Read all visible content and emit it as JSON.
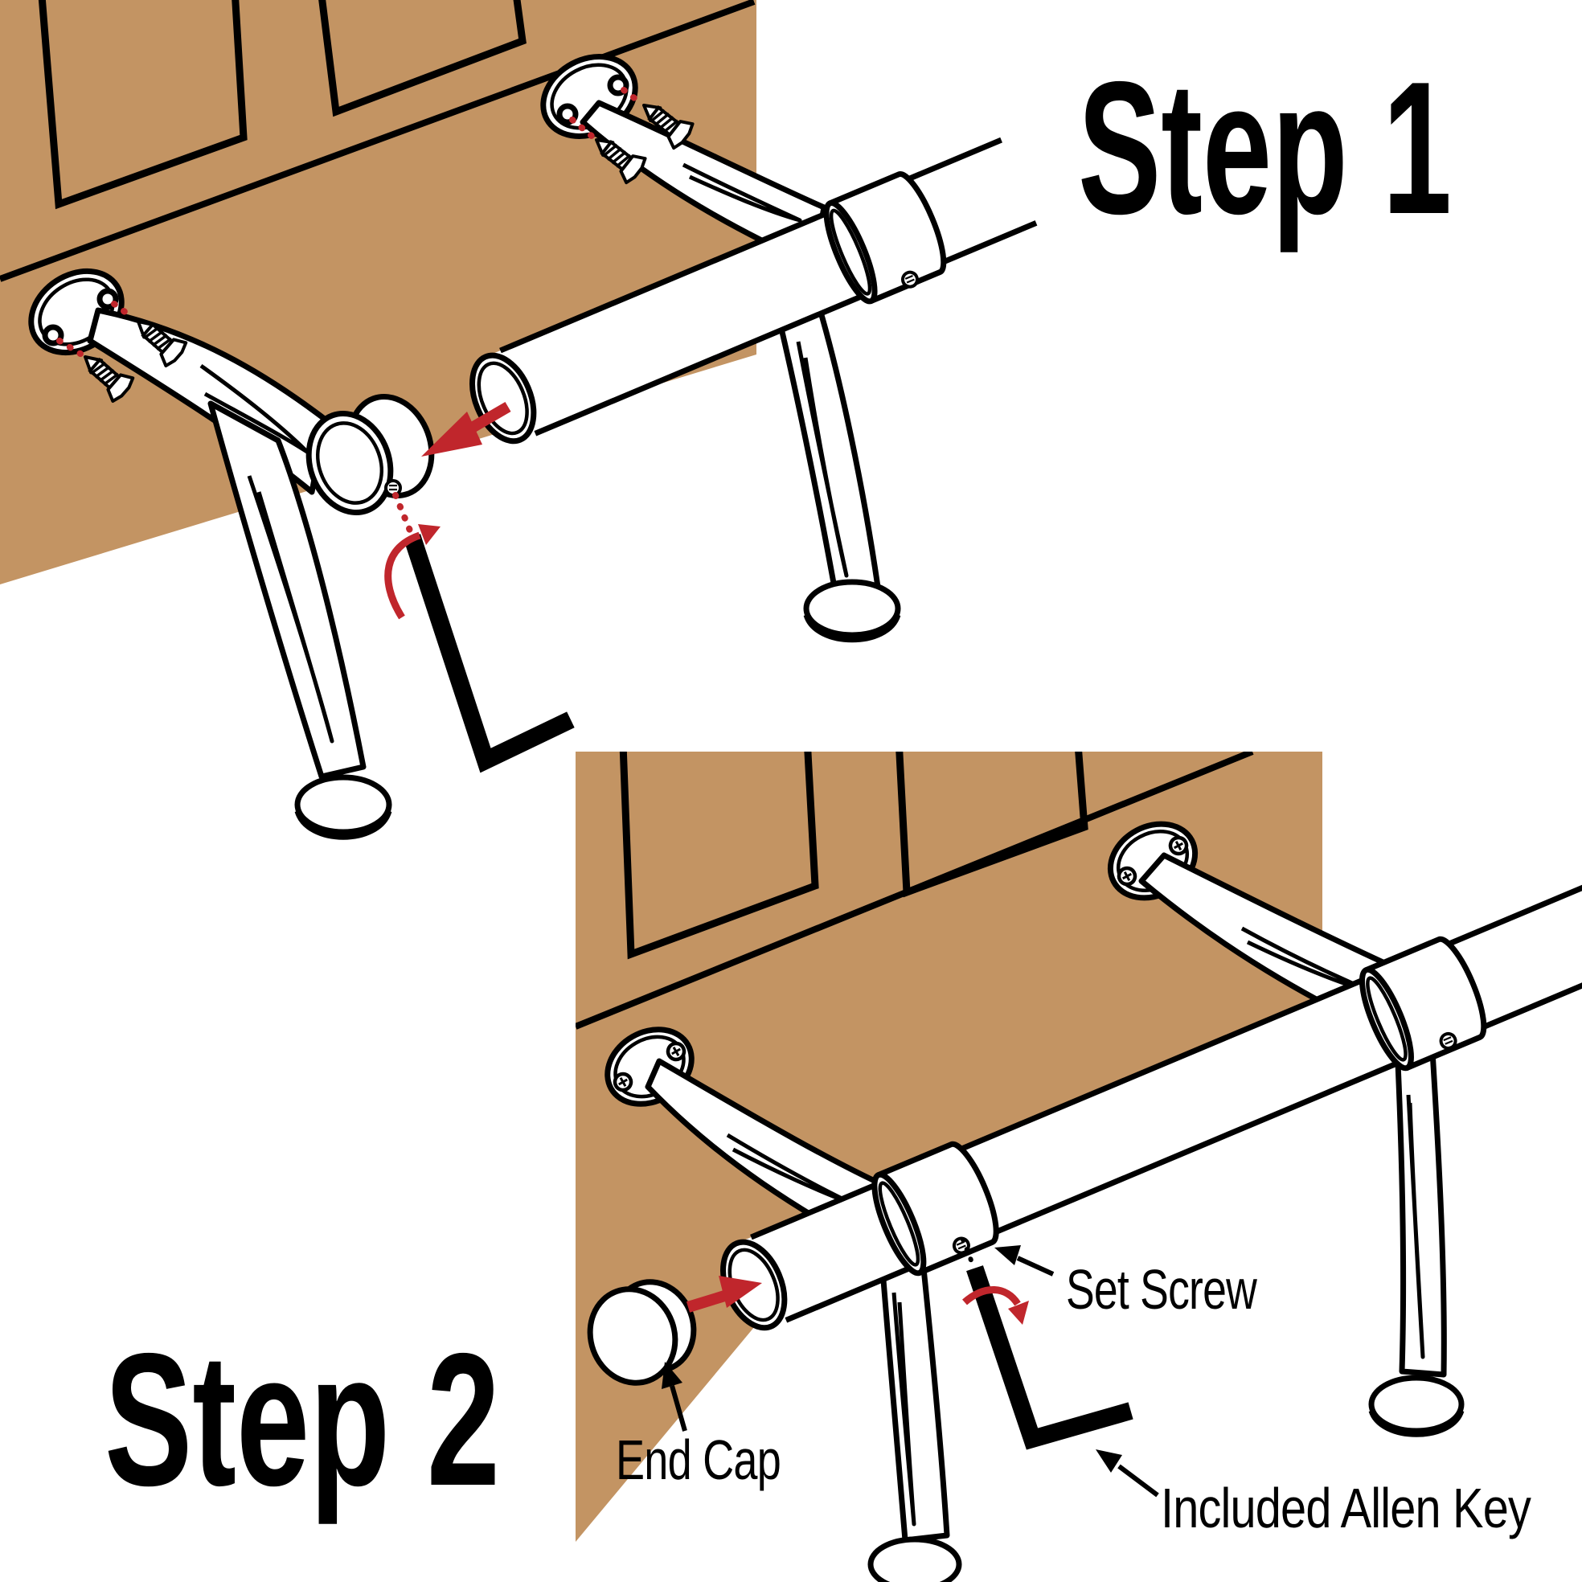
{
  "steps": [
    {
      "label": "Step 1"
    },
    {
      "label": "Step 2"
    }
  ],
  "annotations": {
    "end_cap": "End Cap",
    "set_screw": "Set Screw",
    "allen_key": "Included Allen Key"
  },
  "colors": {
    "wood": "#C39463",
    "accent_red": "#C0262C",
    "line": "#000000",
    "background": "#FFFFFF"
  },
  "parts": [
    "wainscot-wall-panel",
    "mounting-plate",
    "mounting-screw",
    "wall-bracket-arm",
    "bracket-foot",
    "bracket-collar",
    "foot-rail-tube",
    "rail-sleeve",
    "set-screw",
    "end-cap",
    "allen-key"
  ]
}
